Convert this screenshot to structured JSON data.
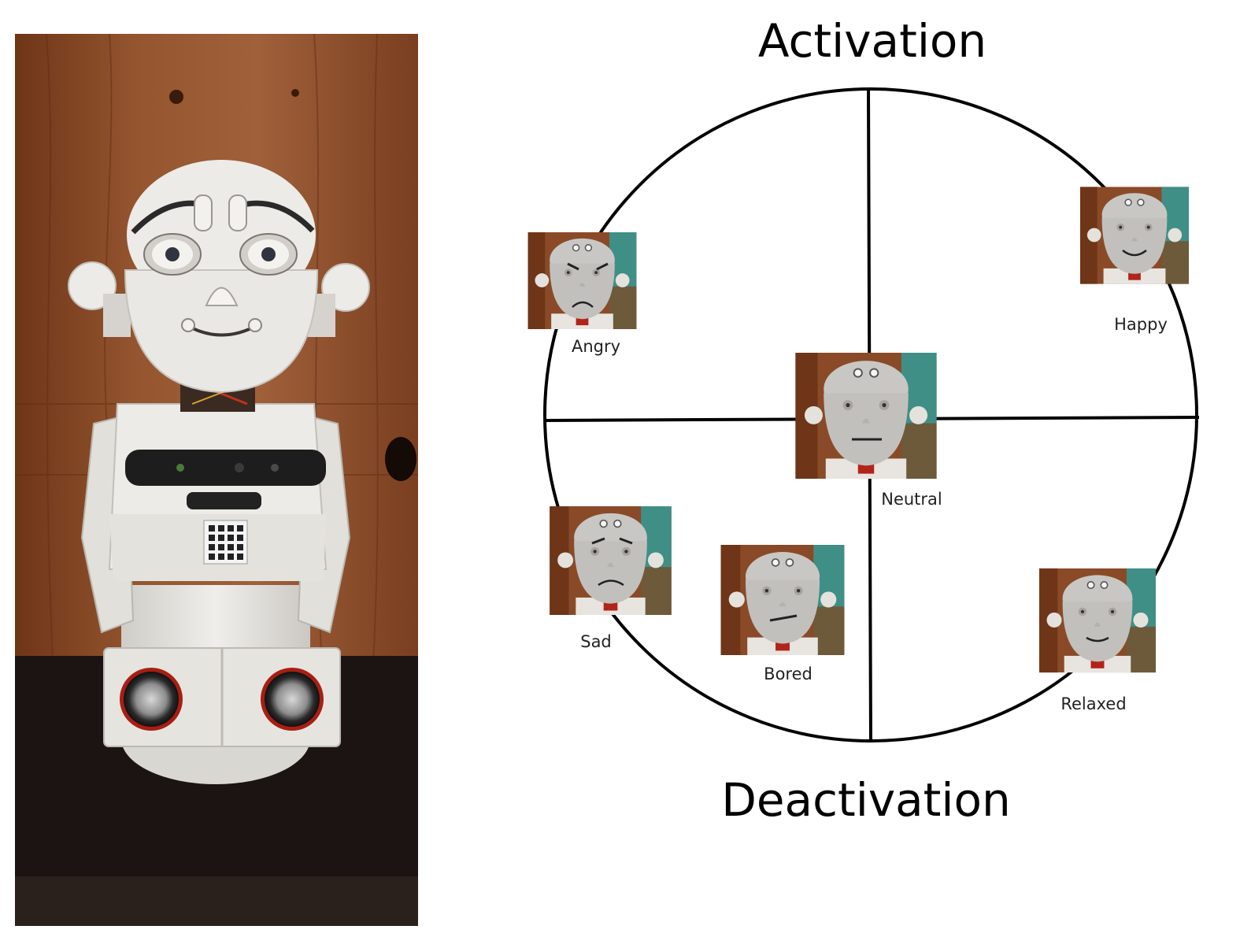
{
  "diagram": {
    "top_axis_label": "Activation",
    "bottom_axis_label": "Deactivation",
    "emotions": [
      {
        "label": "Angry",
        "expression": "angry"
      },
      {
        "label": "Happy",
        "expression": "happy"
      },
      {
        "label": "Neutral",
        "expression": "neutral"
      },
      {
        "label": "Sad",
        "expression": "sad"
      },
      {
        "label": "Bored",
        "expression": "bored"
      },
      {
        "label": "Relaxed",
        "expression": "relaxed"
      }
    ]
  },
  "colors": {
    "wood": "#8a4a28",
    "wood_dark": "#5e2c16",
    "table": "#1c1412",
    "robot_white": "#e8e6e2",
    "robot_shadow": "#c9c6c1",
    "thumb_teal": "#3f8f86",
    "line": "#000000"
  }
}
